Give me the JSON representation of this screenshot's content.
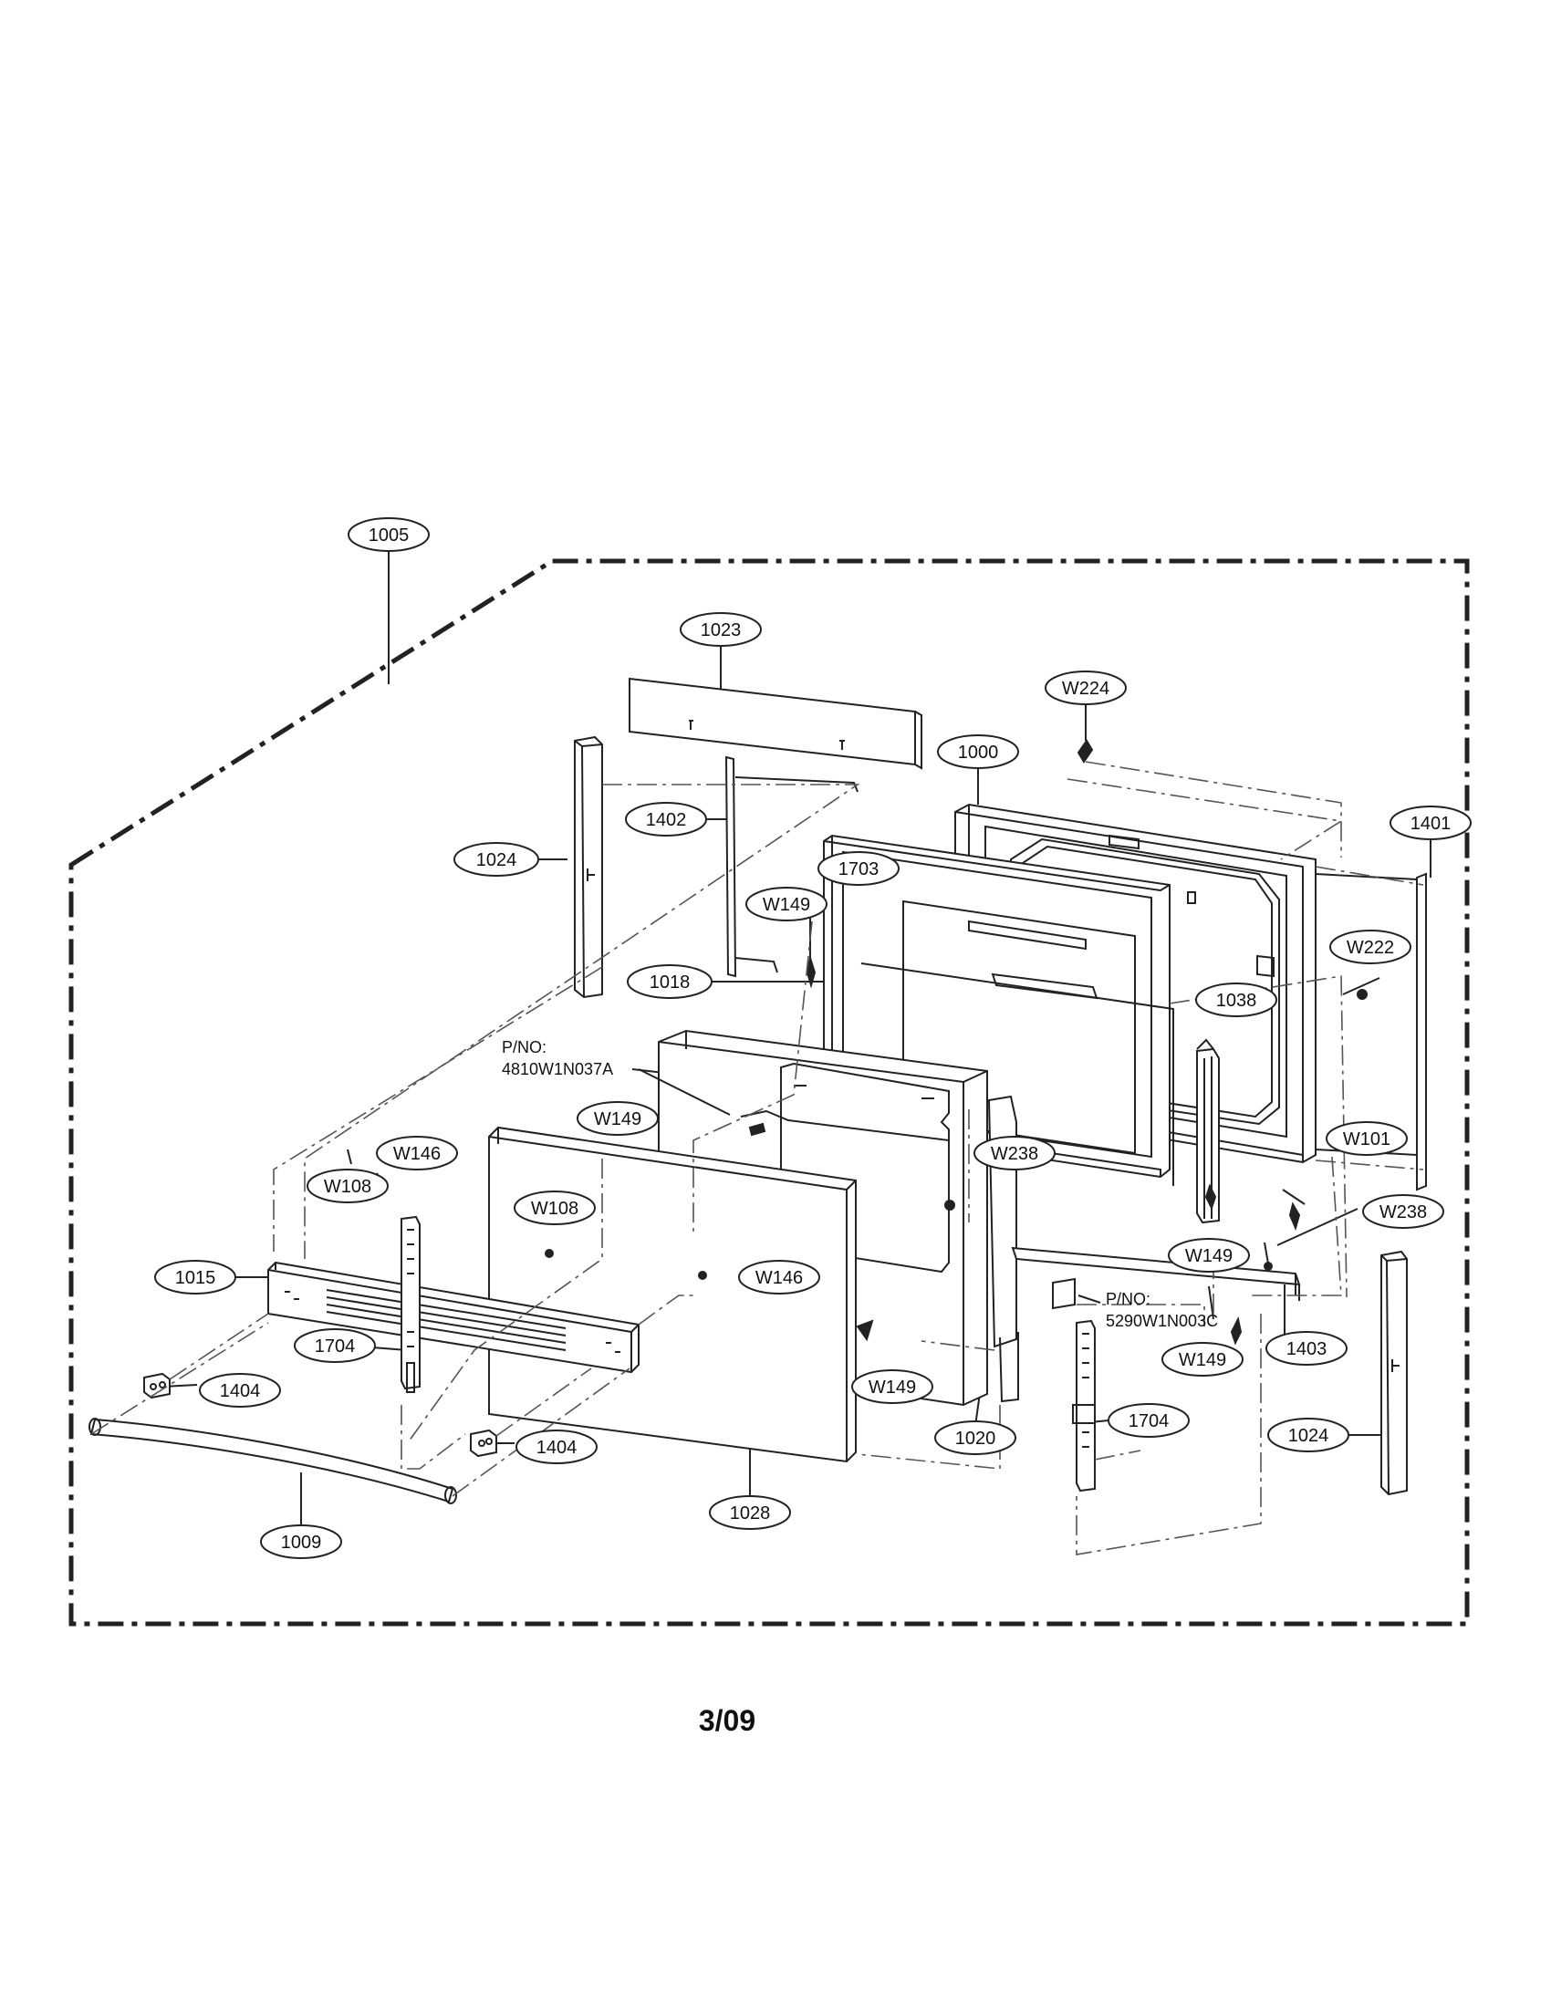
{
  "diagram": {
    "callouts": {
      "c1005": "1005",
      "c1023": "1023",
      "cW224": "W224",
      "c1000": "1000",
      "c1401": "1401",
      "c1024a": "1024",
      "c1402": "1402",
      "c1703": "1703",
      "cW149a": "W149",
      "cW222": "W222",
      "c1018": "1018",
      "c1038": "1038",
      "cW149b": "W149",
      "cW146a": "W146",
      "cW108a": "W108",
      "cW108b": "W108",
      "cW238a": "W238",
      "cW101": "W101",
      "cW238b": "W238",
      "cW149c": "W149",
      "c1015": "1015",
      "cW146b": "W146",
      "c1704a": "1704",
      "cW149d": "W149",
      "c1403": "1403",
      "cW149e": "W149",
      "c1404a": "1404",
      "c1020": "1020",
      "c1704b": "1704",
      "c1024b": "1024",
      "c1404b": "1404",
      "c1028": "1028",
      "c1009": "1009"
    },
    "part_numbers": {
      "pno1_label": "P/NO:",
      "pno1_value": "4810W1N037A",
      "pno2_label": "P/NO:",
      "pno2_value": "5290W1N003C"
    },
    "page_number": "3/09"
  }
}
